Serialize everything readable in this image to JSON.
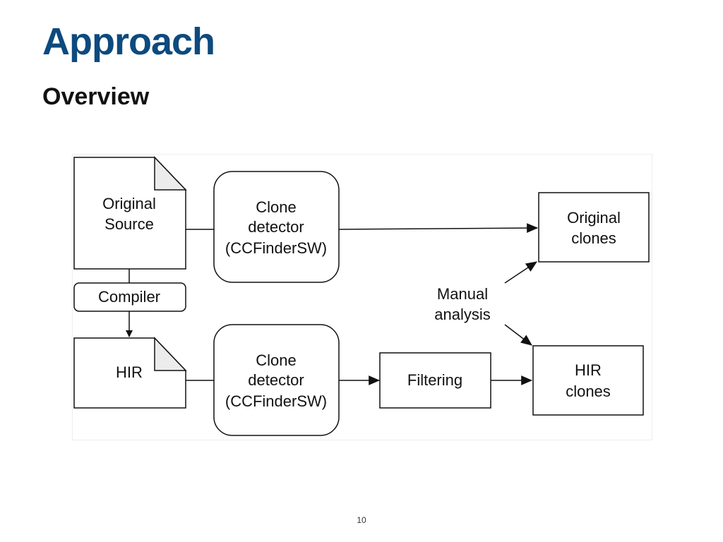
{
  "slide": {
    "title": "Approach",
    "subtitle": "Overview",
    "page_number": "10",
    "title_color": "#0d4a7e"
  },
  "diagram": {
    "original_source": [
      "Original",
      "Source"
    ],
    "compiler": "Compiler",
    "hir": "HIR",
    "clone_detector_top": [
      "Clone",
      "detector",
      "(CCFinderSW)"
    ],
    "clone_detector_bottom": [
      "Clone",
      "detector",
      "(CCFinderSW)"
    ],
    "filtering": "Filtering",
    "original_clones": [
      "Original",
      "clones"
    ],
    "hir_clones": [
      "HIR",
      "clones"
    ],
    "manual_analysis": [
      "Manual",
      "analysis"
    ]
  }
}
